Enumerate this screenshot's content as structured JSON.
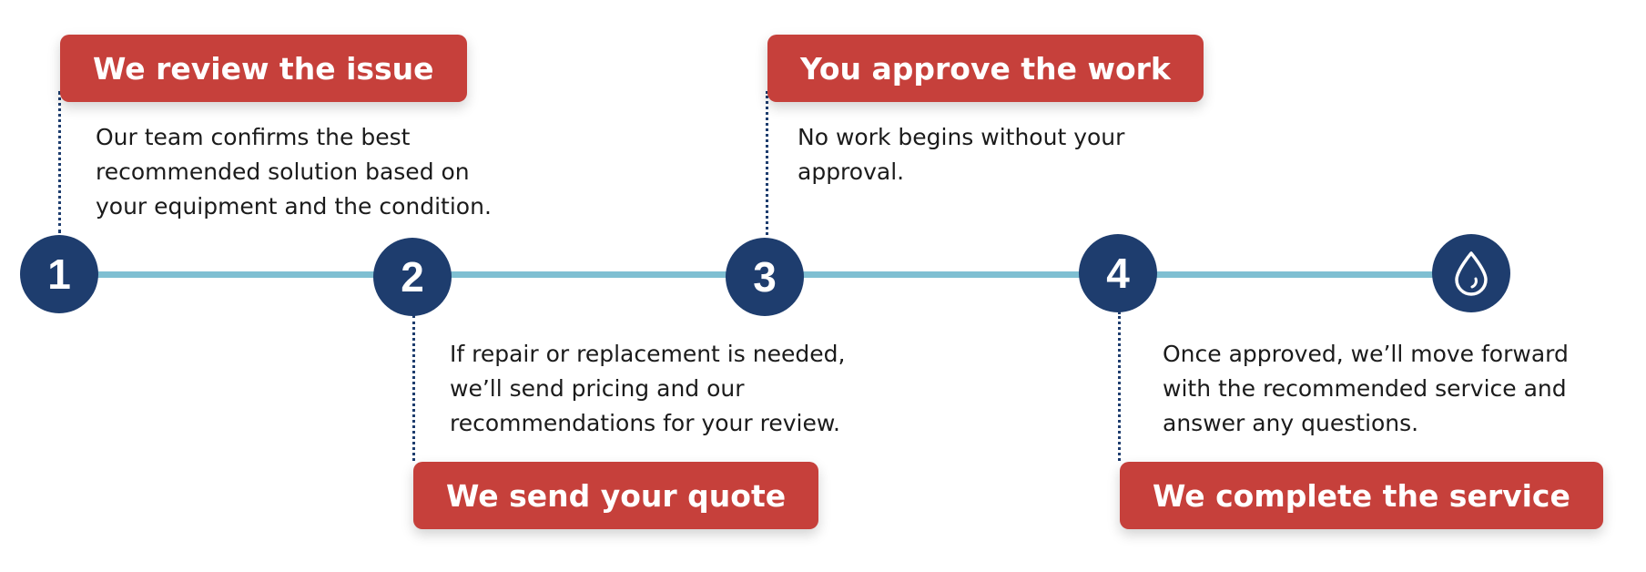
{
  "colors": {
    "title_box": "#c6403b",
    "node": "#1e3d6e",
    "timeline": "#7fbfd2",
    "text": "#1b1b1b"
  },
  "nodes": [
    {
      "label": "1"
    },
    {
      "label": "2"
    },
    {
      "label": "3"
    },
    {
      "label": "4"
    },
    {
      "icon": "water-drop-icon"
    }
  ],
  "steps": [
    {
      "title": "We review the issue",
      "desc_lines": [
        "Our team confirms the best",
        "recommended solution based on",
        "your equipment and the condition."
      ]
    },
    {
      "title": "We send your quote",
      "desc_lines": [
        "If repair or replacement is needed,",
        "we’ll send pricing and our",
        "recommendations for your review."
      ]
    },
    {
      "title": "You approve the work",
      "desc_lines": [
        "No work begins without your",
        "approval."
      ]
    },
    {
      "title": "We complete the service",
      "desc_lines": [
        "Once approved, we’ll move forward",
        "with the recommended service and",
        "answer any questions."
      ]
    }
  ]
}
